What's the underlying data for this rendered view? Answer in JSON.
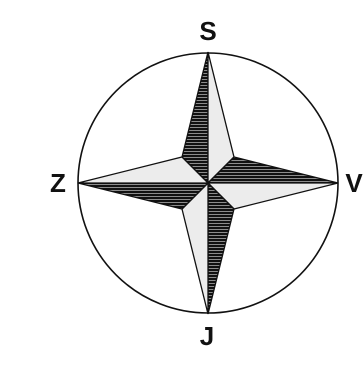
{
  "compass": {
    "labels": {
      "north": "S",
      "south": "J",
      "west": "Z",
      "east": "V"
    },
    "colors": {
      "dark": "#111111",
      "light": "#ececec",
      "outline": "#111111",
      "background": "#ffffff"
    }
  }
}
